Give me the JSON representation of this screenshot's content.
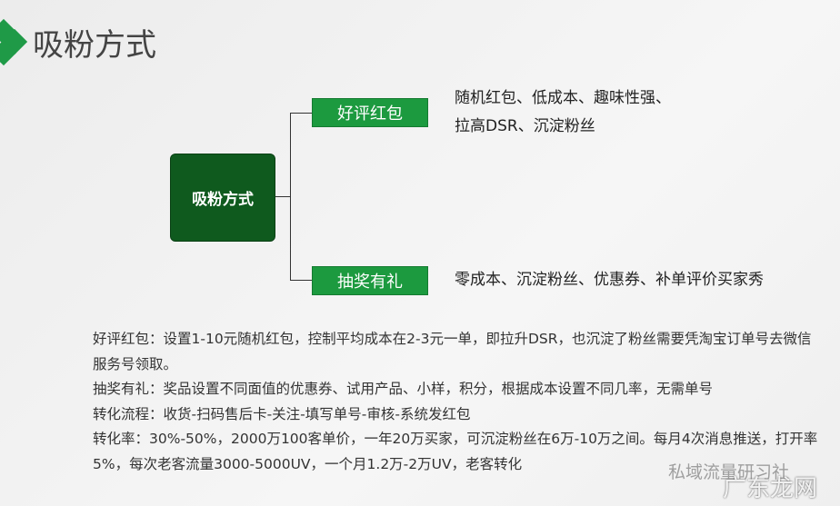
{
  "title": "吸粉方式",
  "accent": "#1c9a3f",
  "center": "吸粉方式",
  "branches": [
    {
      "label": "好评红包",
      "desc": [
        "随机红包、低成本、趣味性强、",
        "拉高DSR、沉淀粉丝"
      ]
    },
    {
      "label": "抽奖有礼",
      "desc": [
        "零成本、沉淀粉丝、优惠券、补单评价买家秀"
      ]
    }
  ],
  "notes": [
    "好评红包：设置1-10元随机红包，控制平均成本在2-3元一单，即拉升DSR，也沉淀了粉丝需要凭淘宝订单号去微信服务号领取。",
    "抽奖有礼：奖品设置不同面值的优惠券、试用产品、小样，积分，根据成本设置不同几率，无需单号",
    "转化流程：收货-扫码售后卡-关注-填写单号-审核-系统发红包",
    "转化率：30%-50%，2000万100客单价，一年20万买家，可沉淀粉丝在6万-10万之间。每月4次消息推送，打开率5%，每次老客流量3000-5000UV，一个月1.2万-2万UV，老客转化"
  ],
  "watermarks": [
    "私域流量研习社",
    "广东龙网"
  ]
}
